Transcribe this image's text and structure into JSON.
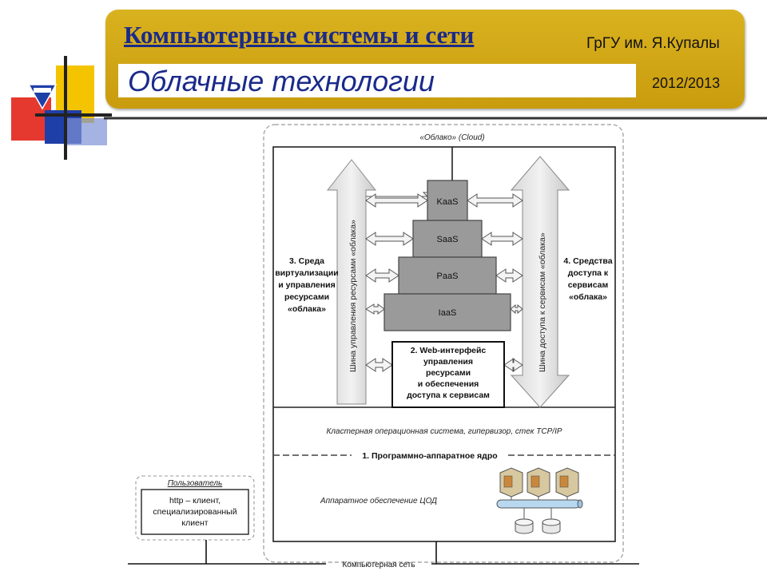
{
  "header": {
    "course_title": "Компьютерные системы и сети",
    "university": "ГрГУ им. Я.Купалы",
    "topic_title": "Облачные технологии",
    "year": "2012/2013"
  },
  "diagram": {
    "cloud_label": "«Облако» (Cloud)",
    "layers": [
      "KaaS",
      "SaaS",
      "PaaS",
      "IaaS"
    ],
    "left_bus": "Шина управления ресурсами «облака»",
    "right_bus": "Шина доступа к сервисам «облака»",
    "left_block": [
      "3. Среда",
      "виртуализации",
      "и управления",
      "ресурсами",
      "«облака»"
    ],
    "right_block": [
      "4. Средства",
      "доступа к",
      "сервисам",
      "«облака»"
    ],
    "web_interface": [
      "2. Web-интерфейс",
      "управления",
      "ресурсами",
      "и обеспечения",
      "доступа к сервисам"
    ],
    "cluster_text": "Кластерная операционная система, гипервизор, стек TCP/IP",
    "core_label": "1. Программно-аппаратное ядро",
    "hardware_label": "Аппаратное обеспечение ЦОД",
    "user_title": "Пользователь",
    "user_client": [
      "http – клиент,",
      "специализированный",
      "клиент"
    ],
    "network_label": "Компьютерная сеть"
  },
  "colors": {
    "header_gold": "#cfa515",
    "title_blue": "#1a2a8a",
    "logo_yellow": "#f5c400",
    "logo_red": "#e2231a",
    "logo_blue": "#1f3fa8"
  }
}
